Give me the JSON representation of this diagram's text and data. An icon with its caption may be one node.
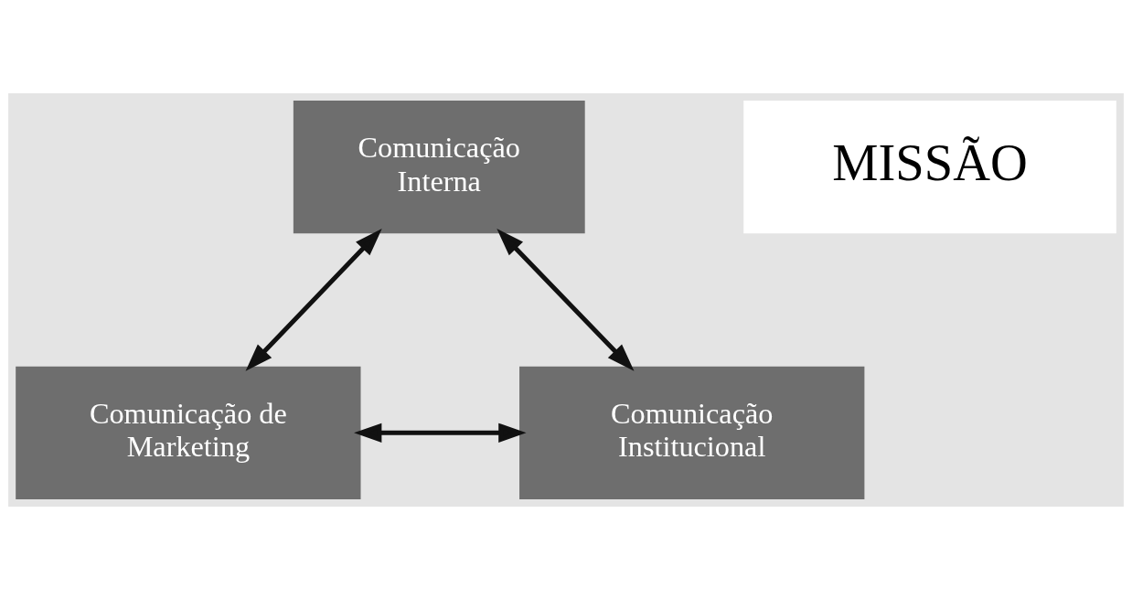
{
  "diagram": {
    "nodes": [
      {
        "text": [
          "Comunicação Interna"
        ]
      },
      {
        "text": [
          "MISSÃO"
        ]
      },
      {
        "text": [
          "Comunicação de Marketing"
        ]
      },
      {
        "text": [
          "Comunicação Institucional"
        ]
      }
    ],
    "edges": [
      {
        "from": 0,
        "to": 2,
        "arrow": "both"
      },
      {
        "from": 0,
        "to": 3,
        "arrow": "both"
      },
      {
        "from": 2,
        "to": 3,
        "arrow": "both"
      }
    ]
  }
}
